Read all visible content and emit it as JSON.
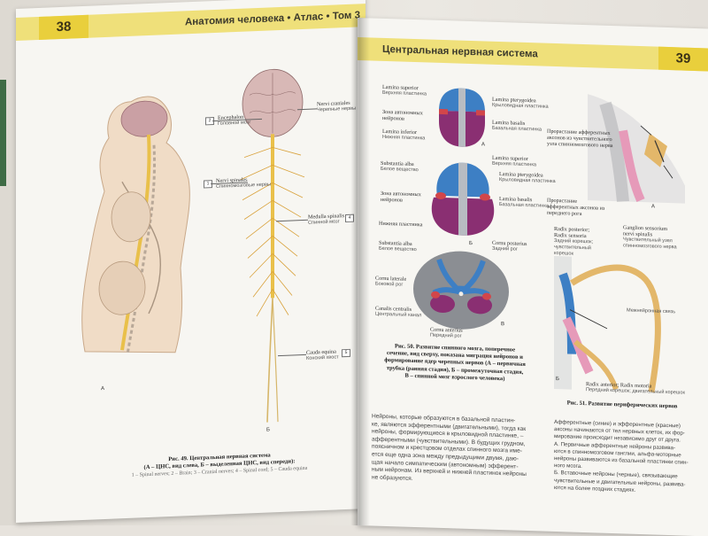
{
  "book": {
    "left_page_number": "38",
    "left_header": "Анатомия человека • Атлас • Том 3",
    "right_page_number": "39",
    "right_header": "Центральная нервная система"
  },
  "fig49": {
    "labels": {
      "encephalon": "Encephalon",
      "encephalon_ru": "Головной мозг",
      "nervi_craniales": "Nervi craniales",
      "nervi_craniales_ru": "Черепные нервы",
      "nervi_spinales": "Nervi spinales",
      "nervi_spinales_ru": "Спинномозговые нервы",
      "medulla_spinalis": "Medulla spinalis",
      "medulla_spinalis_ru": "Спинной мозг",
      "cauda_equina": "Cauda equina",
      "cauda_equina_ru": "Конский хвост"
    },
    "numbers": [
      "2",
      "3",
      "1",
      "4",
      "5"
    ],
    "letter_a": "А",
    "letter_b": "Б",
    "caption_line1": "Рис. 49. Центральная нервная система",
    "caption_line2": "(А – ЦНС, вид слева, Б – выделенная ЦНС, вид спереди):",
    "caption_line3": "1 – Spinal nerves; 2 – Brain; 3 – Cranial nerves; 4 – Spinal cord; 5 – Cauda equina"
  },
  "fig50": {
    "labels": {
      "lamina_superior": "Lamina superior",
      "lamina_superior_ru": "Верхняя пластинка",
      "lamina_pterygoidea": "Lamina pterygoidea",
      "lamina_pterygoidea_ru": "Крыловидная пластинка",
      "zona_auton": "Зона автономных нейронов",
      "lamina_basalis": "Lamina basalis",
      "lamina_basalis_ru": "Базальная пластинка",
      "lamina_inferior": "Lamina inferior",
      "lamina_inferior_ru": "Нижняя пластинка",
      "lamina_superior2": "Lamina superior",
      "lamina_superior2_ru": "Верхняя пластинка",
      "substantia_alba": "Substantia alba",
      "substantia_alba_ru": "Белое вещество",
      "lamina_pterygoidea2": "Lamina pterygoidea",
      "lamina_pterygoidea2_ru": "Крыловидная пластинка",
      "zona_auton2": "Зона автономных нейронов",
      "lamina_basalis2": "Lamina basalis",
      "lamina_basalis2_ru": "Базальная пластинка",
      "lower_plate": "Нижняя пластинка",
      "substantia_alba3": "Substantia alba",
      "substantia_alba3_ru": "Белое вещество",
      "cornu_posterius": "Cornu posterius",
      "cornu_posterius_ru": "Задний рог",
      "cornu_laterale": "Cornu laterale",
      "cornu_laterale_ru": "Боковой рог",
      "canalis_centralis": "Canalis centralis",
      "canalis_centralis_ru": "Центральный канал",
      "cornu_anterius": "Cornu anterius",
      "cornu_anterius_ru": "Передний рог"
    },
    "letter_a": "А",
    "letter_b": "Б",
    "letter_c": "В",
    "caption": [
      "Рис. 50. Развитие спинного мозга, поперечное",
      "сечение, вид сверху, показана миграция нейронов и",
      "формирование ядер черепных нервов (А – первичная",
      "трубка (ранняя стадия), Б – промежуточная стадия,",
      "В – спинной мозг взрослого человека)"
    ]
  },
  "fig51": {
    "labels": {
      "afferent": "Прорастание афферентных аксонов из чувствительного узла спинномозгового нерва",
      "efferent": "Прорастание эфферентных аксонов из переднего рога",
      "radix_posterior": "Radix posterior;",
      "radix_sensoria": "Radix sensoria",
      "radix_posterior_ru": "Задний корешок; чувствительный корешок",
      "ganglion": "Ganglion sensorium",
      "nervi_spinalis": "nervi spinalis",
      "ganglion_ru": "Чувствительный узел спинномозгового нерва",
      "interneuron": "Межнейронная связь",
      "radix_anterior": "Radix anterior; Radix motoria",
      "radix_anterior_ru": "Передний корешок; двигательный корешок"
    },
    "letter_a": "А",
    "letter_b": "Б",
    "caption": "Рис. 51. Развитие периферических нервов"
  },
  "text_left": [
    "Нейроны, которые образуются в базальной пластин-",
    "ке, являются эфферентными (двигательными), тогда как",
    "нейроны, формирующиеся в крыловидной пластинке, –",
    "афферентными (чувствительными). В будущих грудном,",
    "поясничном и крестцовом отделах спинного мозга име-",
    "ется еще одна зона между предыдущими двумя, даю-",
    "щая начало симпатическим (автономным) эфферент-",
    "ным нейронам. Из верхней и нижней пластинок нейроны",
    "не образуются."
  ],
  "text_right": [
    "Афферентные (синие) и эфферентные (красные)",
    "аксоны начинаются от тел нервных клеток, их фор-",
    "мирование происходит независимо друг от друга.",
    "А. Первичные афферентные нейроны развива-",
    "ются в спинномозговом ганглии, альфа-моторные",
    "нейроны развиваются из базальной пластинки спин-",
    "ного мозга.",
    "Б. Вставочные нейроны (черные), связывающие",
    "чувствительные и двигательные нейроны, развива-",
    "ются на более поздних стадиях."
  ],
  "colors": {
    "header_yellow": "#efe07a",
    "page_number_yellow": "#e9cf3c",
    "afferent_blue": "#3d7fc4",
    "efferent_red": "#d1464a",
    "basal_purple": "#8a2f72",
    "spinal_yellow": "#e9c04a",
    "grey_matter": "#8b8e93"
  }
}
